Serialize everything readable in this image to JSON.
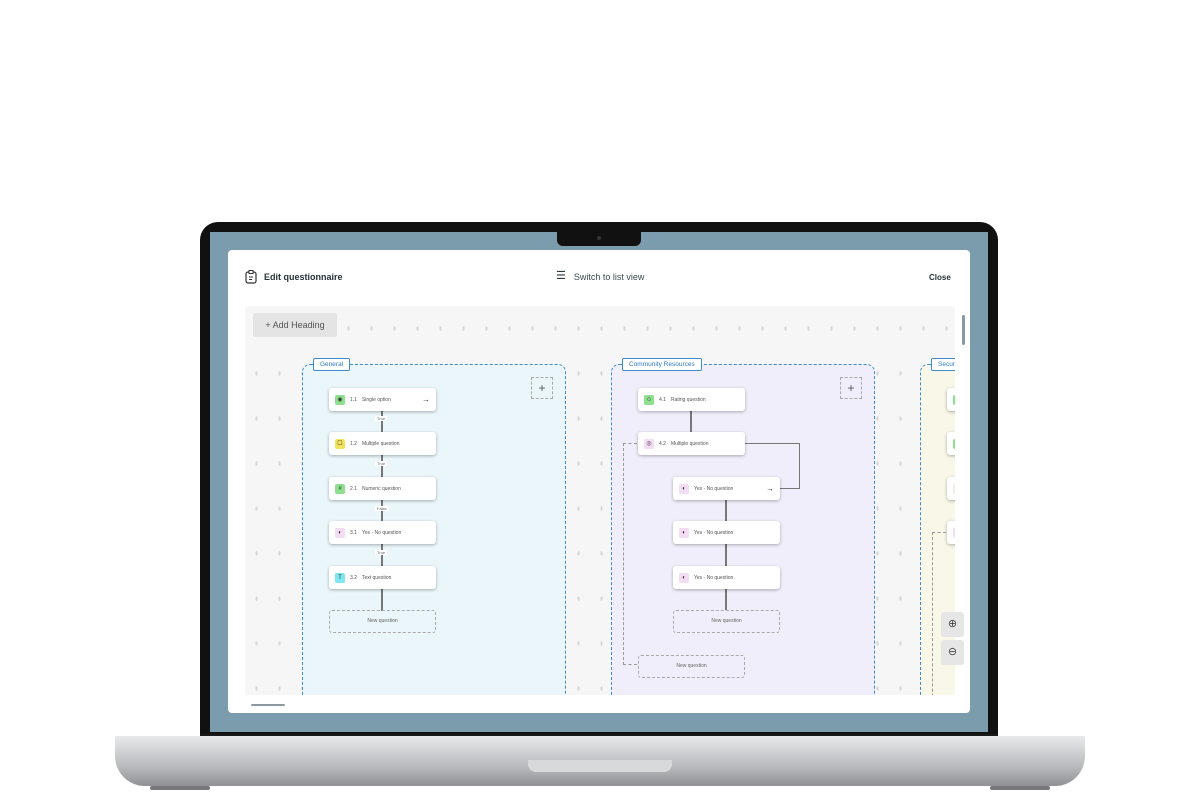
{
  "header": {
    "title": "Edit questionnaire",
    "title_icon": "clipboard-icon",
    "switch_label": "Switch to list view",
    "switch_icon": "checklist-icon",
    "close_label": "Close"
  },
  "toolbar": {
    "add_heading": "+ Add Heading"
  },
  "groups": [
    {
      "label": "General",
      "color": "#eaf6fa",
      "cards": [
        {
          "num": "1.1",
          "label": "Single option",
          "icon": "radio-icon",
          "color": "#8de08d",
          "link_label": "True"
        },
        {
          "num": "1.2",
          "label": "Multiple question",
          "icon": "checkbox-icon",
          "color": "#f3e35a",
          "link_label": "True"
        },
        {
          "num": "2.1",
          "label": "Numeric question",
          "icon": "number-icon",
          "color": "#8de08d",
          "link_label": "False"
        },
        {
          "num": "3.1",
          "label": "Yes - No question",
          "icon": "half-circle-icon",
          "color": "#f4dcf4",
          "link_label": "True"
        },
        {
          "num": "3.2",
          "label": "Text question",
          "icon": "text-icon",
          "color": "#7fe7ef"
        }
      ],
      "new_question": "New question"
    },
    {
      "label": "Community Resources",
      "color": "#f0eefa",
      "cards": [
        {
          "num": "4.1",
          "label": "Rating question",
          "icon": "star-icon",
          "color": "#8de08d"
        },
        {
          "num": "4.2",
          "label": "Multiple question",
          "icon": "checkbox-icon",
          "color": "#f4dcf4"
        },
        {
          "num": "",
          "label": "Yes - No question",
          "icon": "half-circle-icon",
          "color": "#f4dcf4"
        },
        {
          "num": "",
          "label": "Yes - No question",
          "icon": "half-circle-icon",
          "color": "#f4dcf4"
        },
        {
          "num": "",
          "label": "Yes - No question",
          "icon": "half-circle-icon",
          "color": "#f4dcf4"
        }
      ],
      "new_question": "New question",
      "new_question_2": "New question"
    },
    {
      "label": "Secur",
      "color": "#f8f7e8"
    }
  ],
  "zoom": {
    "in": "zoom-in-icon",
    "out": "zoom-out-icon"
  }
}
